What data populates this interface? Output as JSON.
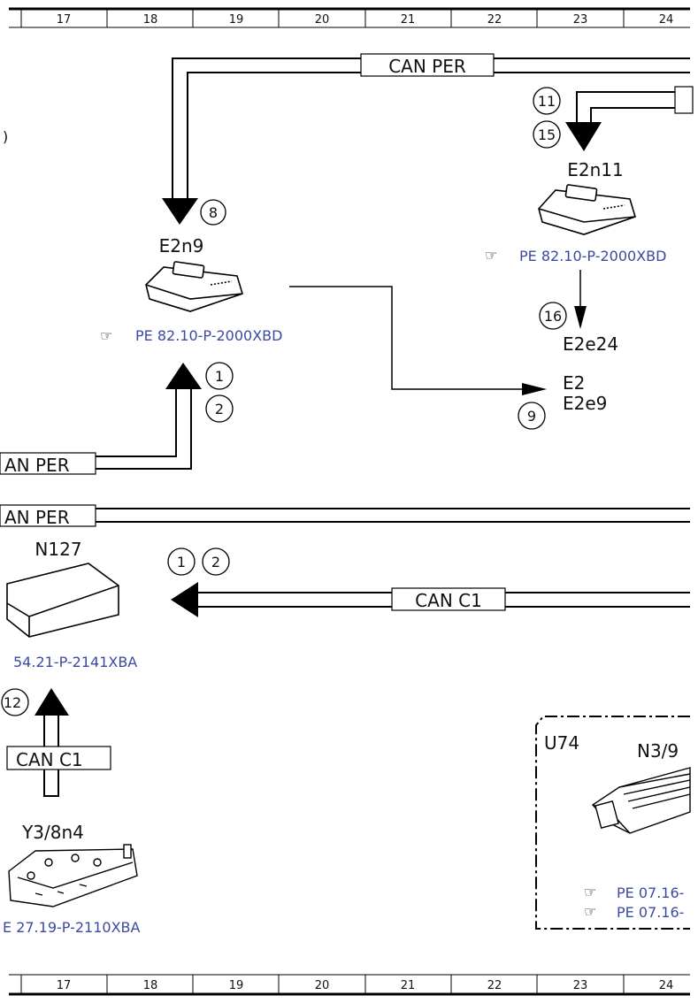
{
  "grid": {
    "top_numbers": [
      "17",
      "18",
      "19",
      "20",
      "21",
      "22",
      "23",
      "24"
    ],
    "bottom_numbers": [
      "17",
      "18",
      "19",
      "20",
      "21",
      "22",
      "23",
      "24"
    ]
  },
  "buses": {
    "can_per_top": "CAN PER",
    "can_per_left_1": "AN PER",
    "can_per_left_2": "AN PER",
    "can_c1_main": "CAN C1",
    "can_c1_left": "CAN C1"
  },
  "components": {
    "e2n9": {
      "name": "E2n9",
      "ref": "PE 82.10-P-2000XBD"
    },
    "e2n11": {
      "name": "E2n11",
      "ref": "PE 82.10-P-2000XBD"
    },
    "e2e24": {
      "name": "E2e24"
    },
    "e2": {
      "name": "E2",
      "sub": "E2e9"
    },
    "n127": {
      "name": "N127",
      "ref": "54.21-P-2141XBA"
    },
    "y3_8n4": {
      "name": "Y3/8n4",
      "ref": "E 27.19-P-2110XBA"
    },
    "u74": {
      "name": "U74",
      "sub": "N3/9",
      "ref1": "PE 07.16-",
      "ref2": "PE 07.16-"
    }
  },
  "circles": {
    "c8": "8",
    "c11": "11",
    "c15": "15",
    "c1a": "1",
    "c2a": "2",
    "c16": "16",
    "c9": "9",
    "c1b": "1",
    "c2b": "2",
    "c12": "12"
  },
  "clipped_left_char": ")"
}
